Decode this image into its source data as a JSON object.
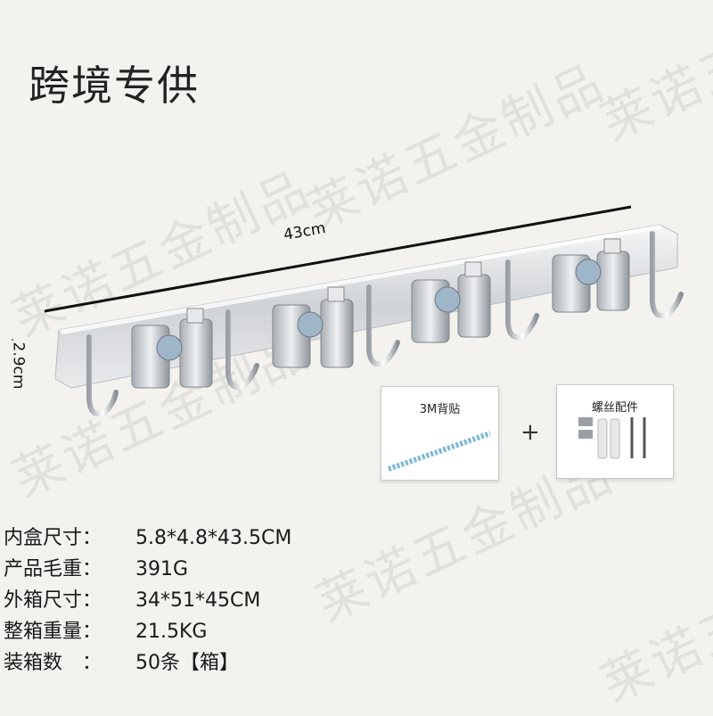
{
  "title": "跨境专供",
  "watermark": "莱诺五金制品",
  "dimensions": {
    "length": "43cm",
    "height": "2.9cm"
  },
  "accessories": [
    {
      "label": "3M背贴"
    },
    {
      "label": "螺丝配件"
    }
  ],
  "plus_sign": "+",
  "specs": [
    {
      "label": "内盒尺寸：",
      "value": "5.8*4.8*43.5CM"
    },
    {
      "label": "产品毛重：",
      "value": "391G"
    },
    {
      "label": "外箱尺寸：",
      "value": "34*51*45CM"
    },
    {
      "label": "整箱重量：",
      "value": "21.5KG"
    },
    {
      "label": "装箱数　：",
      "value": "50条【箱】"
    }
  ]
}
